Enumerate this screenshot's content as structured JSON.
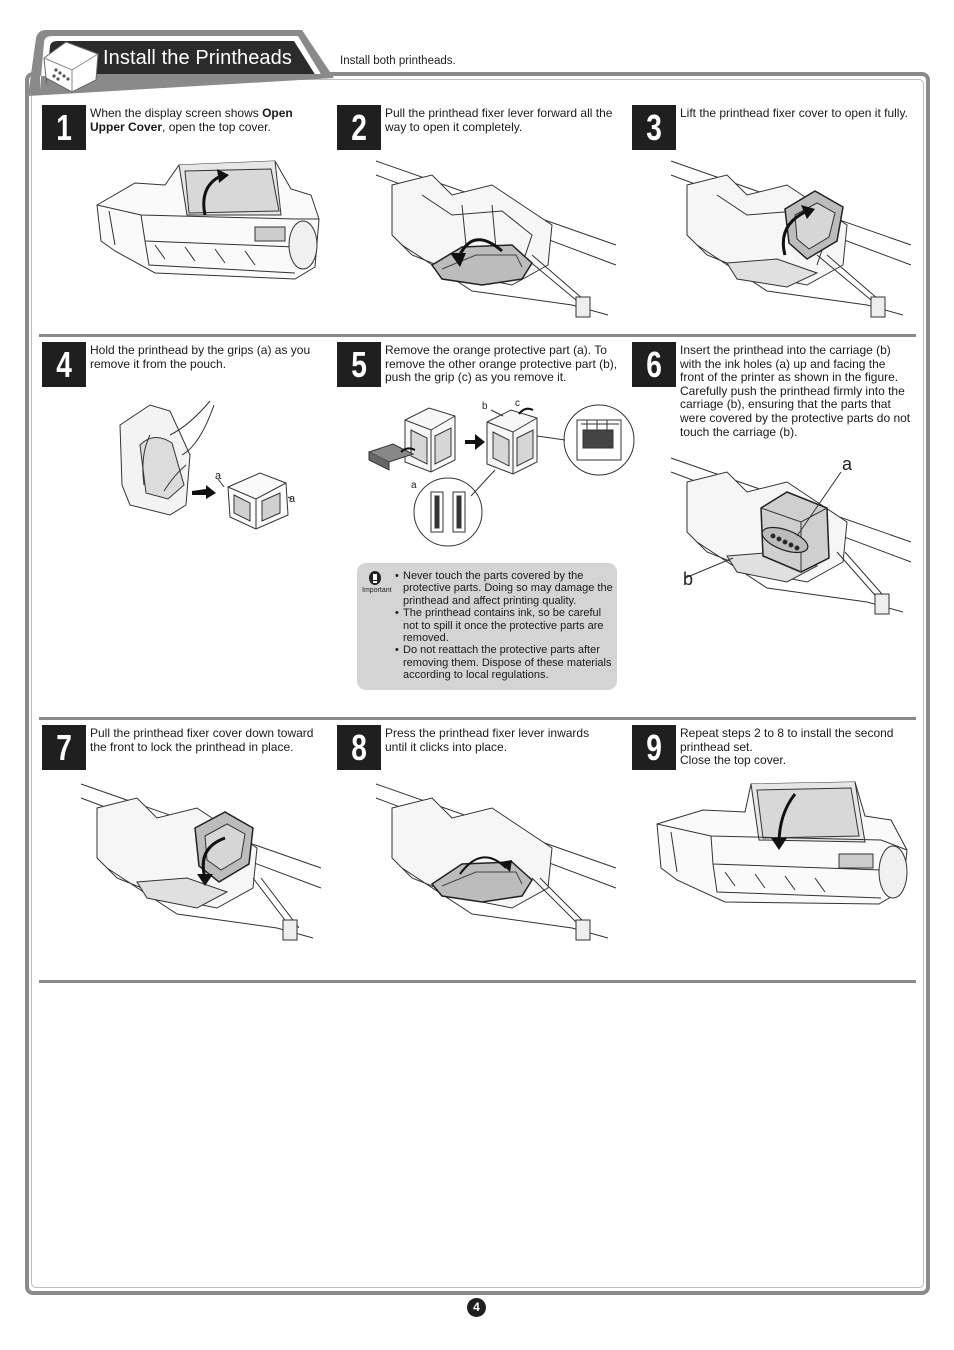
{
  "header": {
    "title": "Install the Printheads",
    "subtitle": "Install both printheads."
  },
  "steps": [
    {
      "num": "1",
      "text_pre": "When the display screen shows ",
      "text_bold": "Open Upper Cover",
      "text_post": ", open the top cover."
    },
    {
      "num": "2",
      "text": "Pull the printhead fixer lever forward all the way to open it completely."
    },
    {
      "num": "3",
      "text": "Lift the printhead fixer cover to open it fully."
    },
    {
      "num": "4",
      "text": "Hold the printhead by the grips (a) as you remove it from the pouch."
    },
    {
      "num": "5",
      "text": "Remove the orange protective part (a). To remove the other orange protective part (b), push the grip (c) as you remove it."
    },
    {
      "num": "6",
      "text": "Insert the printhead into the carriage (b) with the ink holes (a) up and facing the front of the printer as shown in the figure. Carefully push the printhead firmly into the carriage (b), ensuring that the parts that were covered by the protective parts do not touch the carriage (b)."
    },
    {
      "num": "7",
      "text": "Pull the printhead fixer cover down toward the front to lock the printhead in place."
    },
    {
      "num": "8",
      "text": "Press the printhead fixer lever inwards until it clicks into place."
    },
    {
      "num": "9",
      "text_lines": [
        "Repeat steps 2 to 8 to install the second printhead set.",
        "Close the top cover."
      ]
    }
  ],
  "labels": {
    "a": "a",
    "b": "b",
    "c": "c"
  },
  "important": {
    "label": "Important",
    "items": [
      "Never touch the parts covered by the protective parts. Doing so may damage the printhead and affect printing quality.",
      "The printhead contains ink, so be careful not to spill it once the protective parts are removed.",
      "Do not reattach the protective parts after removing them. Dispose of these materials according to local regulations."
    ]
  },
  "page_number": "4"
}
